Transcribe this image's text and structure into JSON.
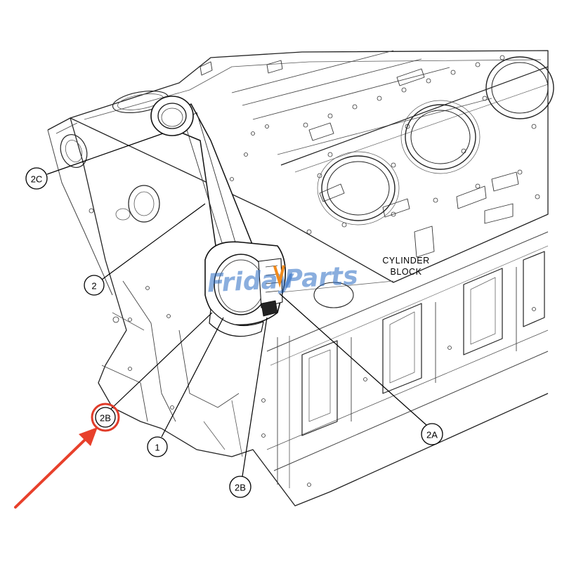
{
  "diagram": {
    "block_label_line1": "CYLINDER",
    "block_label_line2": "BLOCK",
    "callouts": {
      "c2C": "2C",
      "c2": "2",
      "c2B_left": "2B",
      "c1": "1",
      "c2B_bottom": "2B",
      "c2A": "2A"
    },
    "highlight_color": "#e03c2a",
    "arrow_color": "#e8402b"
  },
  "watermark": {
    "word1": "Friday",
    "word2": "Parts",
    "color_primary": "#2b6cc4",
    "color_accent": "#f08a1c"
  }
}
